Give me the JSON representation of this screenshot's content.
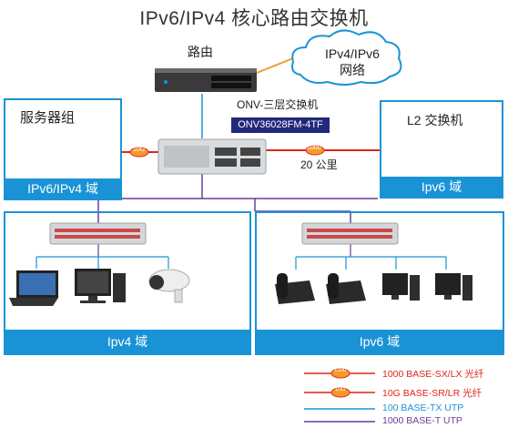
{
  "title": "IPv6/IPv4 核心路由交换机",
  "router_label": "路由",
  "cloud": {
    "line1": "IPv4/IPv6",
    "line2": "网络"
  },
  "core_switch": {
    "caption": "ONV-三层交换机",
    "model": "ONV36028FM-4TF"
  },
  "server_group": {
    "title": "服务器组",
    "domain": "IPv6/IPv4 域"
  },
  "l2_switch": {
    "title": "L2 交换机",
    "domain": "Ipv6 域"
  },
  "distance_label": "20 公里",
  "badge_10g": "10G",
  "badge_1000": "1000",
  "left_domain": "Ipv4 域",
  "right_domain": "Ipv6 域",
  "legend": [
    {
      "badge": "1000",
      "text": "1000 BASE-SX/LX 光纤",
      "color": "#e0251b"
    },
    {
      "badge": "10G",
      "text": "10G BASE-SR/LR 光纤",
      "color": "#e0251b"
    },
    {
      "badge": "",
      "text": "100 BASE-TX UTP",
      "color": "#1a93d6"
    },
    {
      "badge": "",
      "text": "1000 BASE-T UTP",
      "color": "#6a3d9a"
    }
  ]
}
